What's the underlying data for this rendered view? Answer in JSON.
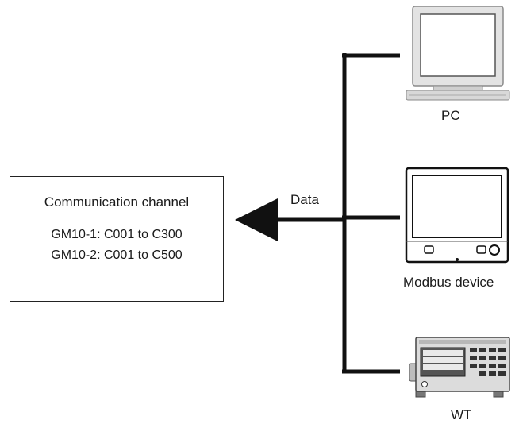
{
  "diagram": {
    "channel_box": {
      "title": "Communication channel",
      "lines": [
        "GM10-1: C001 to C300",
        "GM10-2: C001 to C500"
      ]
    },
    "arrow_label": "Data",
    "devices": [
      {
        "label": "PC",
        "icon": "desktop-pc-icon"
      },
      {
        "label": "Modbus device",
        "icon": "modbus-recorder-icon"
      },
      {
        "label": "WT",
        "icon": "wt-power-meter-icon"
      }
    ]
  }
}
